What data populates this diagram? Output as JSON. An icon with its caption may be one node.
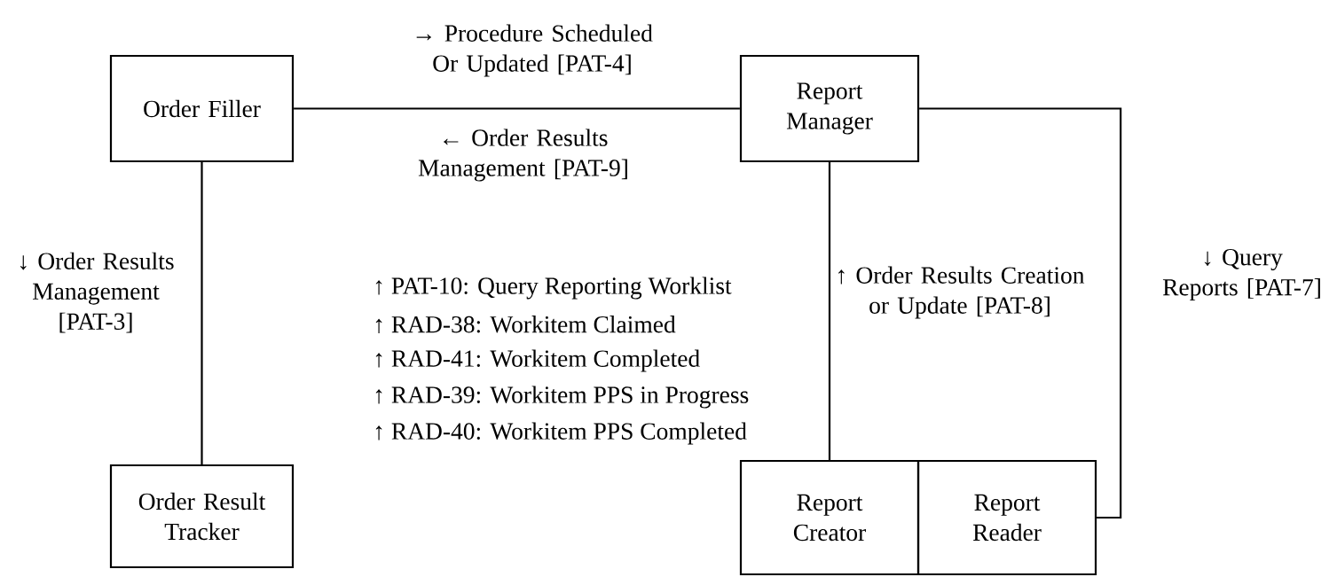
{
  "diagram": {
    "nodes": [
      {
        "text": [
          "Order Filler"
        ]
      },
      {
        "text": [
          "Report Manager"
        ]
      },
      {
        "text": [
          "Order Result Tracker"
        ]
      },
      {
        "text": [
          "Report Creator"
        ]
      },
      {
        "text": [
          "Report Reader"
        ]
      }
    ],
    "edges": [
      {
        "from": 0,
        "to": 1,
        "arrow": "none",
        "label": "→ Procedure Scheduled Or Updated [PAT-4]"
      },
      {
        "from": 0,
        "to": 2,
        "arrow": "none",
        "label": "↓ Order Results Management [PAT-3]"
      },
      {
        "from": 1,
        "to": 3,
        "arrow": "none",
        "label": "↑ Order Results Creation or Update [PAT-8]"
      },
      {
        "from": 1,
        "to": 4,
        "arrow": "none",
        "label": "↓ Query Reports [PAT-7]"
      }
    ],
    "labels": [
      "← Order Results Management [PAT-9]",
      "↑ PAT-10: Query Reporting Worklist",
      "↑ RAD-38: Workitem Claimed",
      "↑ RAD-41: Workitem Completed",
      "↑ RAD-39: Workitem PPS in Progress",
      "↑ RAD-40: Workitem PPS Completed"
    ]
  }
}
